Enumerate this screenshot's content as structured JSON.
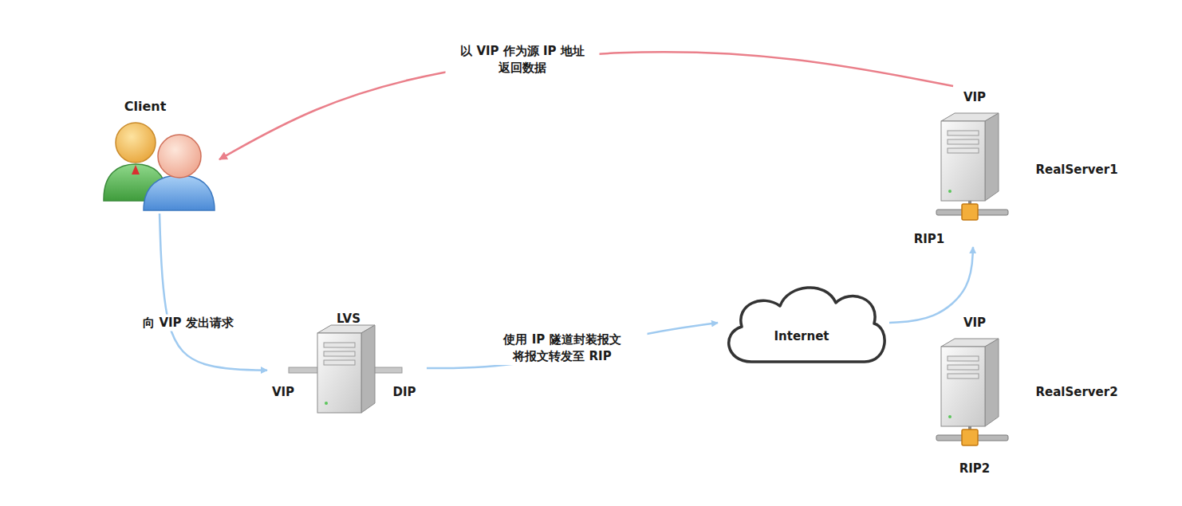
{
  "diagram": {
    "nodes": [
      {
        "text": [
          "Client"
        ]
      },
      {
        "text": [
          "LVS",
          "VIP",
          "DIP"
        ]
      },
      {
        "text": [
          "Internet"
        ]
      },
      {
        "text": [
          "VIP",
          "RealServer1",
          "RIP1"
        ]
      },
      {
        "text": [
          "VIP",
          "RealServer2",
          "RIP2"
        ]
      }
    ],
    "edges": [
      {
        "from": 0,
        "to": 1,
        "arrow": "to",
        "label": "向 VIP 发出请求"
      },
      {
        "from": 1,
        "to": 2,
        "arrow": "to",
        "label": "使用 IP 隧道封装报文 将报文转发至 RIP"
      },
      {
        "from": 2,
        "to": 3,
        "arrow": "to"
      },
      {
        "from": 3,
        "to": 0,
        "arrow": "to",
        "label": "以 VIP 作为源 IP 地址 返回数据"
      }
    ]
  }
}
